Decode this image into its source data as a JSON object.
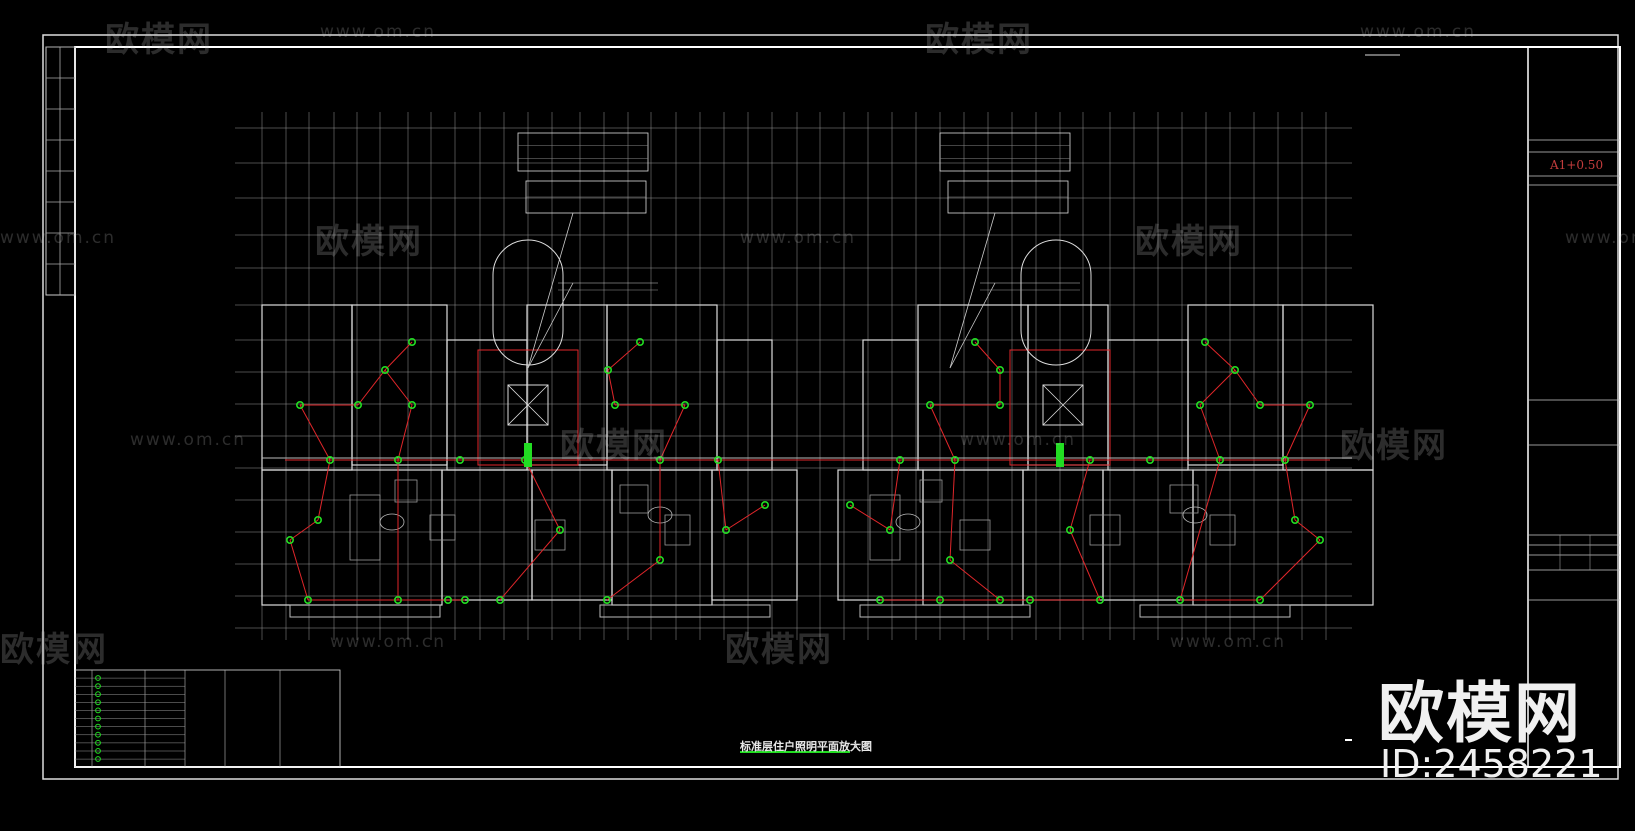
{
  "drawing": {
    "scale_label": "A1+0.50",
    "title": "标准层住户照明平面放大图",
    "title_scale": "1:50"
  },
  "watermark": {
    "brand": "欧模网",
    "url": "www.om.cn"
  },
  "brand": {
    "logo_text": "欧模网",
    "id_text": "ID:2458221"
  },
  "colors": {
    "background": "#000000",
    "grid": "#9a9a9a",
    "walls": "#dcdcdc",
    "wiring": "#e0262a",
    "fixtures": "#22dd22",
    "frame": "#ffffff"
  }
}
